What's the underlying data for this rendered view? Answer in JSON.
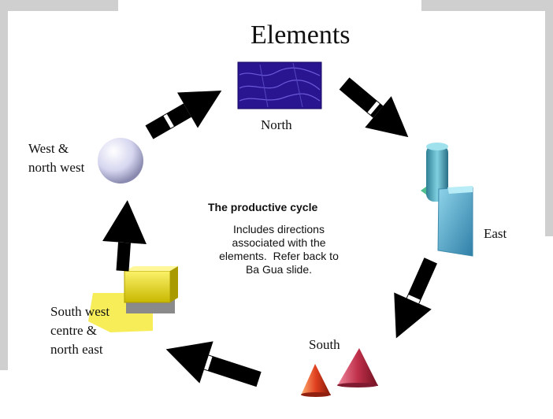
{
  "title": "Elements",
  "nodes": {
    "north": "North",
    "east": "East",
    "south": "South",
    "south_west": [
      "South west",
      "centre &",
      "north east"
    ],
    "west": [
      "West &",
      "north west"
    ]
  },
  "center": {
    "heading": "The productive cycle",
    "body": [
      "Includes directions",
      "associated with the",
      "elements.  Refer back to",
      "Ba Gua slide."
    ]
  },
  "colors": {
    "arrow": "#000000",
    "water": "#2a1590",
    "wood": "#3f9fb8",
    "fire": "#c0304a",
    "earth": "#f0e020",
    "metal": "#dcdcf2"
  },
  "icons": [
    "water-rectangle-icon",
    "wood-cylinder-icon",
    "fire-cone-icon",
    "earth-cube-icon",
    "metal-sphere-icon"
  ]
}
